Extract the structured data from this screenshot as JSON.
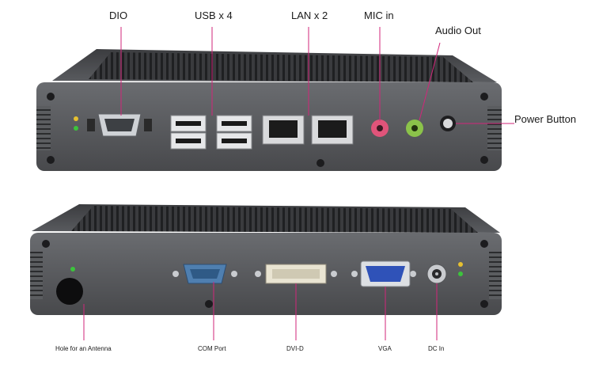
{
  "colors": {
    "leader_line": "#d2267a",
    "chassis": "#55575a",
    "chassis_dark": "#2c2d2f",
    "fins": "#2a2b2d",
    "port_pink": "#e0547a",
    "port_green": "#8bc34a",
    "vga_blue": "#2f52b8",
    "com_blue": "#4f7fb0"
  },
  "top_unit": {
    "labels": {
      "dio": "DIO",
      "usb": "USB x 4",
      "lan": "LAN x 2",
      "mic": "MIC in",
      "audio_out": "Audio Out",
      "power": "Power Button"
    }
  },
  "bottom_unit": {
    "labels": {
      "antenna": "Hole for an Antenna",
      "com": "COM Port",
      "dvi": "DVI-D",
      "vga": "VGA",
      "dc": "DC In"
    }
  }
}
